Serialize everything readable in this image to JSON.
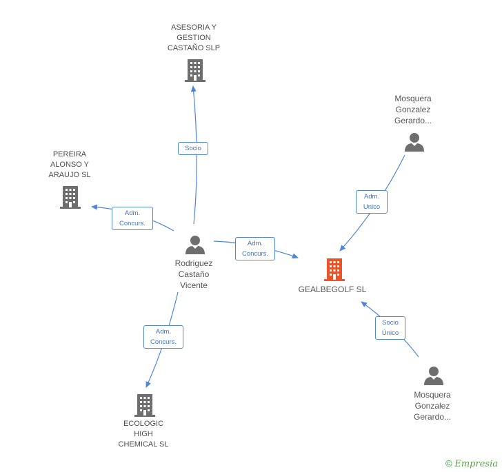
{
  "nodes": {
    "asesoria": {
      "label": "ASESORIA Y\nGESTION\nCASTAÑO SLP",
      "icon": "building-icon",
      "color": "#6e6e6e"
    },
    "pereira": {
      "label": "PEREIRA\nALONSO Y\nARAUJO SL",
      "icon": "building-icon",
      "color": "#6e6e6e"
    },
    "rodriguez": {
      "label": "Rodriguez\nCastaño\nVicente",
      "icon": "person-icon",
      "color": "#6e6e6e"
    },
    "gealbegolf": {
      "label": "GEALBEGOLF SL",
      "icon": "building-icon",
      "color": "#e8552b"
    },
    "ecologic": {
      "label": "ECOLOGIC\nHIGH\nCHEMICAL SL",
      "icon": "building-icon",
      "color": "#6e6e6e"
    },
    "mosquera_top": {
      "label": "Mosquera\nGonzalez\nGerardo...",
      "icon": "person-icon",
      "color": "#6e6e6e"
    },
    "mosquera_bottom": {
      "label": "Mosquera\nGonzalez\nGerardo...",
      "icon": "person-icon",
      "color": "#6e6e6e"
    }
  },
  "edges": {
    "rodriguez_asesoria": "Socio",
    "rodriguez_pereira": "Adm.\nConcurs.",
    "rodriguez_gealbegolf": "Adm.\nConcurs.",
    "rodriguez_ecologic": "Adm.\nConcurs.",
    "mosquera_top_gealbegolf": "Adm.\nUnico",
    "mosquera_bottom_gealbegolf": "Socio\nÚnico"
  },
  "colors": {
    "edge": "#4f86d6"
  },
  "footer": {
    "copyright_symbol": "©",
    "brand": "Empresia"
  }
}
